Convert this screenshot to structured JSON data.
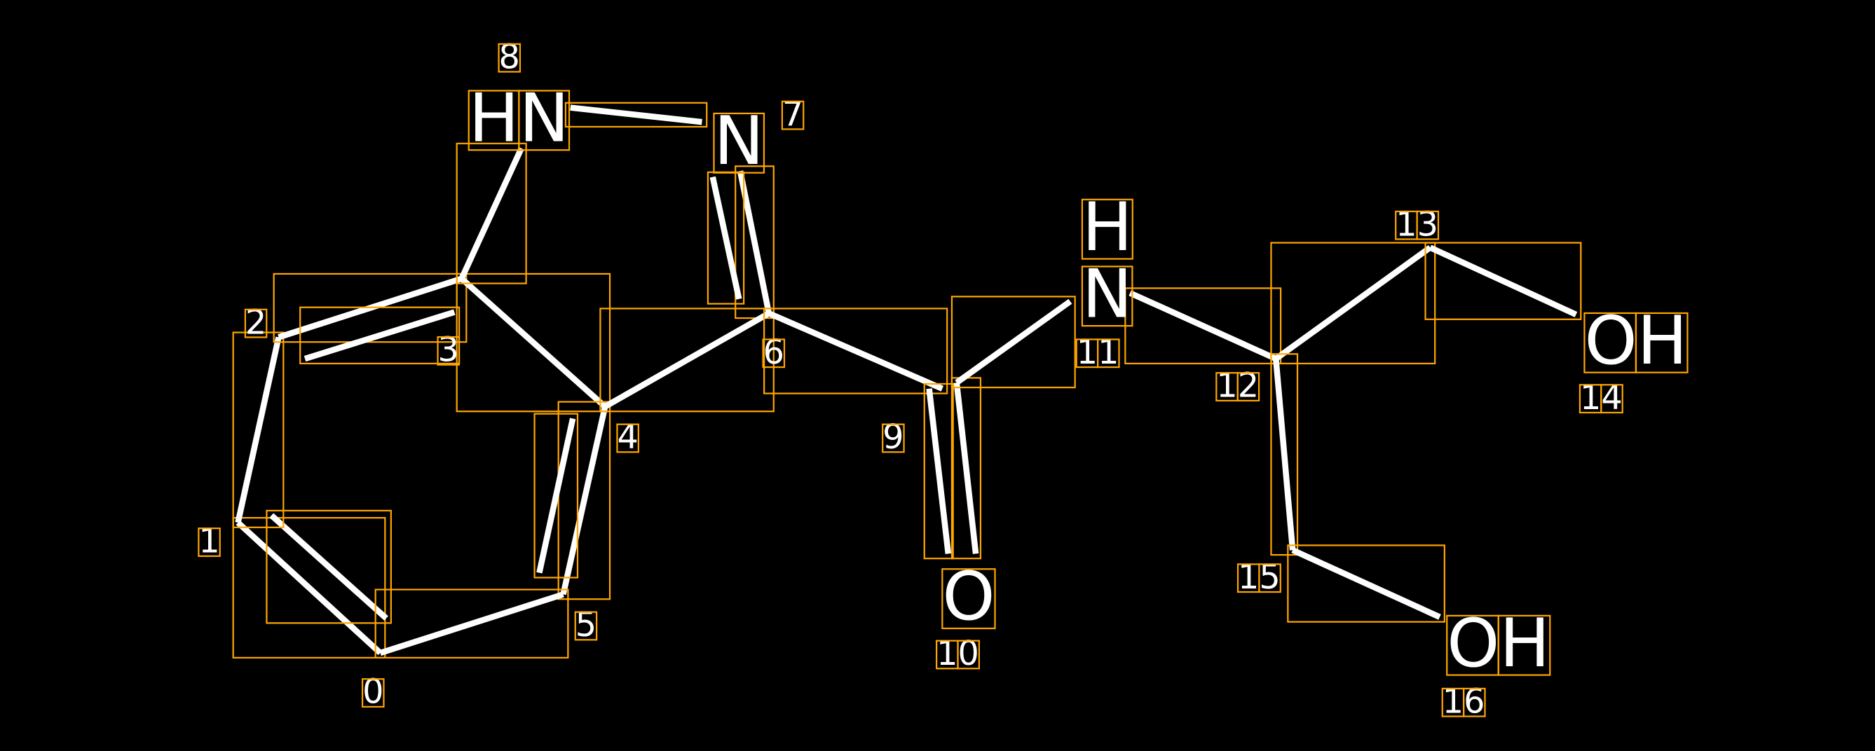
{
  "diagram": {
    "type": "molecule",
    "colors": {
      "background": "#000000",
      "bond": "#FFFFFF",
      "box": "#FFA500",
      "text": "#FFFFFF"
    },
    "atoms": [
      {
        "index": "0",
        "label": ""
      },
      {
        "index": "1",
        "label": ""
      },
      {
        "index": "2",
        "label": ""
      },
      {
        "index": "3",
        "label": ""
      },
      {
        "index": "4",
        "label": ""
      },
      {
        "index": "5",
        "label": ""
      },
      {
        "index": "6",
        "label": ""
      },
      {
        "index": "7",
        "label": "N"
      },
      {
        "index": "8",
        "label": "HN"
      },
      {
        "index": "9",
        "label": ""
      },
      {
        "index": "10",
        "label": "O"
      },
      {
        "index": "11",
        "label": "N",
        "h_label": "H"
      },
      {
        "index": "12",
        "label": ""
      },
      {
        "index": "13",
        "label": ""
      },
      {
        "index": "14",
        "label": "OH"
      },
      {
        "index": "15",
        "label": ""
      },
      {
        "index": "16",
        "label": "OH"
      }
    ],
    "bonds": [
      {
        "from": 0,
        "to": 1,
        "order": 2
      },
      {
        "from": 1,
        "to": 2,
        "order": 1
      },
      {
        "from": 2,
        "to": 3,
        "order": 2
      },
      {
        "from": 3,
        "to": 4,
        "order": 1
      },
      {
        "from": 4,
        "to": 5,
        "order": 2
      },
      {
        "from": 5,
        "to": 0,
        "order": 1
      },
      {
        "from": 3,
        "to": 8,
        "order": 1
      },
      {
        "from": 8,
        "to": 7,
        "order": 1
      },
      {
        "from": 7,
        "to": 6,
        "order": 2
      },
      {
        "from": 6,
        "to": 4,
        "order": 1
      },
      {
        "from": 6,
        "to": 9,
        "order": 1
      },
      {
        "from": 9,
        "to": 10,
        "order": 2
      },
      {
        "from": 9,
        "to": 11,
        "order": 1
      },
      {
        "from": 11,
        "to": 12,
        "order": 1
      },
      {
        "from": 12,
        "to": 13,
        "order": 1
      },
      {
        "from": 13,
        "to": 14,
        "order": 1
      },
      {
        "from": 12,
        "to": 15,
        "order": 1
      },
      {
        "from": 15,
        "to": 16,
        "order": 1
      }
    ]
  }
}
